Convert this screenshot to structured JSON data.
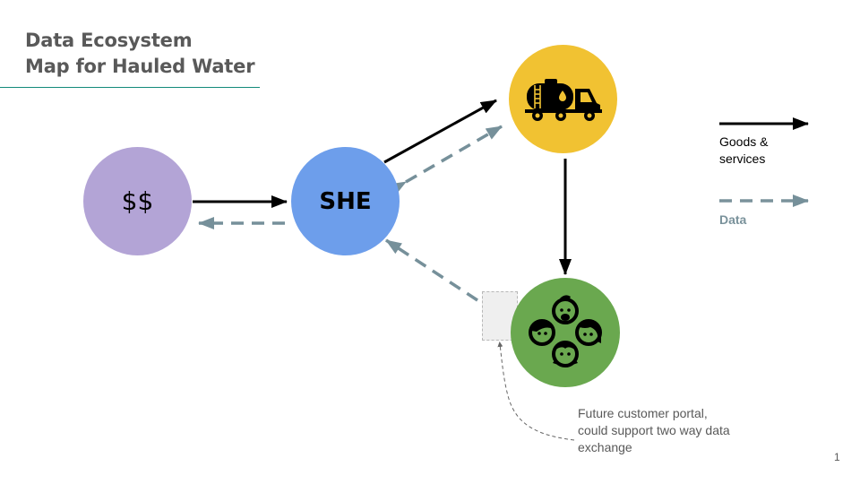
{
  "title": {
    "line1": "Data Ecosystem",
    "line2": "Map for Hauled Water"
  },
  "nodes": {
    "funder": {
      "label": "$$",
      "color": "#b3a4d6"
    },
    "she": {
      "label": "SHE",
      "color": "#6d9eeb"
    },
    "water_hauler": {
      "icon": "water-truck-icon",
      "color": "#f1c232"
    },
    "customers": {
      "icon": "customers-group-icon",
      "color": "#6aa84f"
    }
  },
  "legend": {
    "goods_label": "Goods & services",
    "goods_label_line1": "Goods &",
    "goods_label_line2": "services",
    "data_label": "Data",
    "goods_color": "#000000",
    "data_color": "#7a929b"
  },
  "annotation": {
    "line1": "Future customer portal,",
    "line2": "could support two way data",
    "line3": "exchange"
  },
  "page_number": "1",
  "colors": {
    "title_rule": "#138a7a",
    "data_arrow": "#76909a"
  }
}
